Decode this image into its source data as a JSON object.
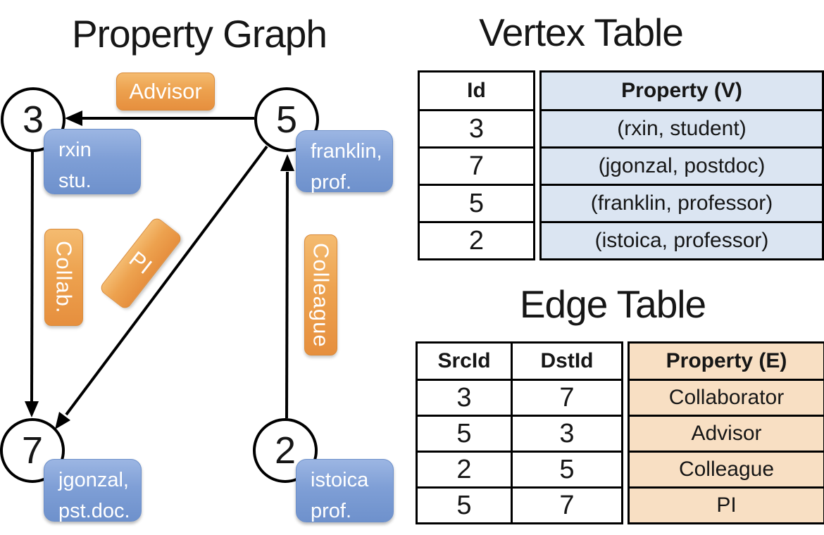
{
  "colors": {
    "edge_label_orange": "#EDA24F",
    "vertex_label_blue": "#7F9FD6",
    "vertex_table_fill": "#DBE5F2",
    "edge_table_fill": "#F8DFC3",
    "line_color": "#000000"
  },
  "graph": {
    "title": "Property Graph",
    "nodes": [
      {
        "id": "3",
        "label": [
          "rxin",
          "stu."
        ]
      },
      {
        "id": "5",
        "label": [
          "franklin,",
          "prof."
        ]
      },
      {
        "id": "7",
        "label": [
          "jgonzal,",
          "pst.doc."
        ]
      },
      {
        "id": "2",
        "label": [
          "istoica",
          "prof."
        ]
      }
    ],
    "edge_labels": {
      "advisor": "Advisor",
      "collab": "Collab.",
      "pi": "PI",
      "colleague": "Colleague"
    }
  },
  "vertex_table": {
    "title": "Vertex Table",
    "columns": {
      "id": "Id",
      "property": "Property (V)"
    },
    "rows": [
      {
        "id": "3",
        "property": "(rxin, student)"
      },
      {
        "id": "7",
        "property": "(jgonzal, postdoc)"
      },
      {
        "id": "5",
        "property": "(franklin, professor)"
      },
      {
        "id": "2",
        "property": "(istoica, professor)"
      }
    ]
  },
  "edge_table": {
    "title": "Edge Table",
    "columns": {
      "src": "SrcId",
      "dst": "DstId",
      "property": "Property (E)"
    },
    "rows": [
      {
        "src": "3",
        "dst": "7",
        "property": "Collaborator"
      },
      {
        "src": "5",
        "dst": "3",
        "property": "Advisor"
      },
      {
        "src": "2",
        "dst": "5",
        "property": "Colleague"
      },
      {
        "src": "5",
        "dst": "7",
        "property": "PI"
      }
    ]
  }
}
